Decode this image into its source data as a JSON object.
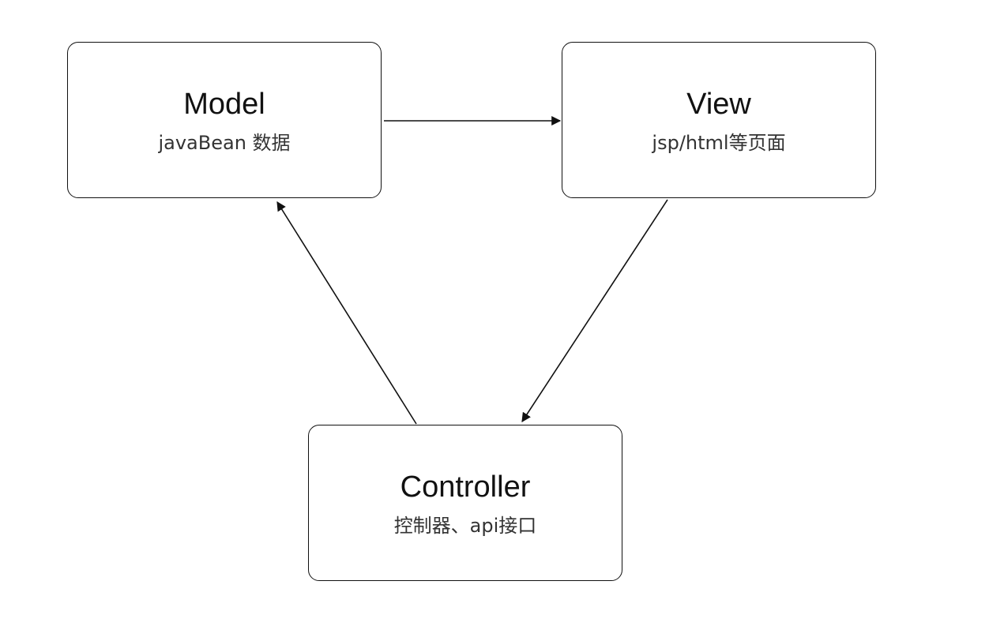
{
  "diagram": {
    "nodes": {
      "model": {
        "title": "Model",
        "subtitle": "javaBean 数据"
      },
      "view": {
        "title": "View",
        "subtitle": "jsp/html等页面"
      },
      "controller": {
        "title": "Controller",
        "subtitle": "控制器、api接口"
      }
    },
    "edges": [
      {
        "from": "Model",
        "to": "View"
      },
      {
        "from": "View",
        "to": "Controller"
      },
      {
        "from": "Controller",
        "to": "Model"
      }
    ],
    "colors": {
      "stroke": "#111111",
      "title_text": "#111111",
      "subtitle_text": "#333333",
      "background": "#ffffff"
    }
  }
}
